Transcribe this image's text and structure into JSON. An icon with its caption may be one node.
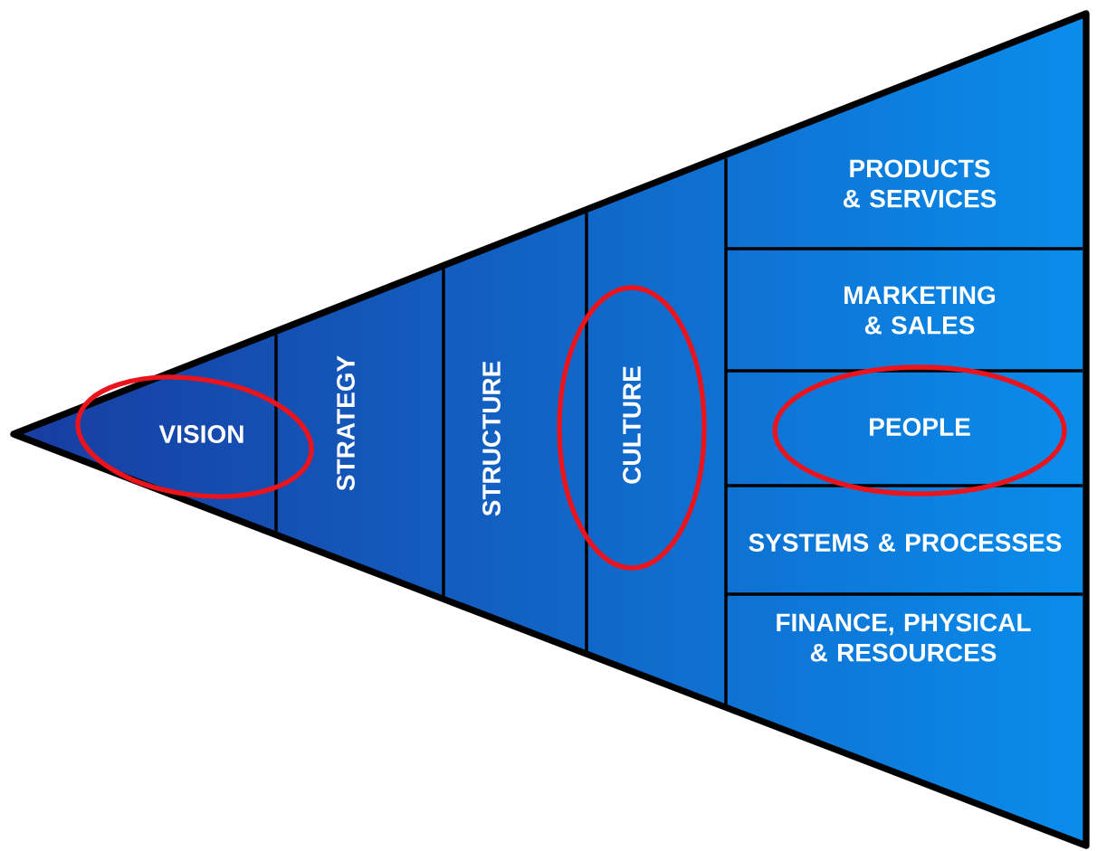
{
  "diagram": {
    "nodes": [
      {
        "text": [
          "VISION"
        ]
      },
      {
        "text": [
          "STRATEGY"
        ]
      },
      {
        "text": [
          "STRUCTURE"
        ]
      },
      {
        "text": [
          "CULTURE"
        ]
      },
      {
        "text": [
          "PRODUCTS & SERVICES"
        ]
      },
      {
        "text": [
          "MARKETING & SALES"
        ]
      },
      {
        "text": [
          "PEOPLE"
        ]
      },
      {
        "text": [
          "SYSTEMS & PROCESSES"
        ]
      },
      {
        "text": [
          "FINANCE, PHYSICAL & RESOURCES"
        ]
      }
    ]
  }
}
